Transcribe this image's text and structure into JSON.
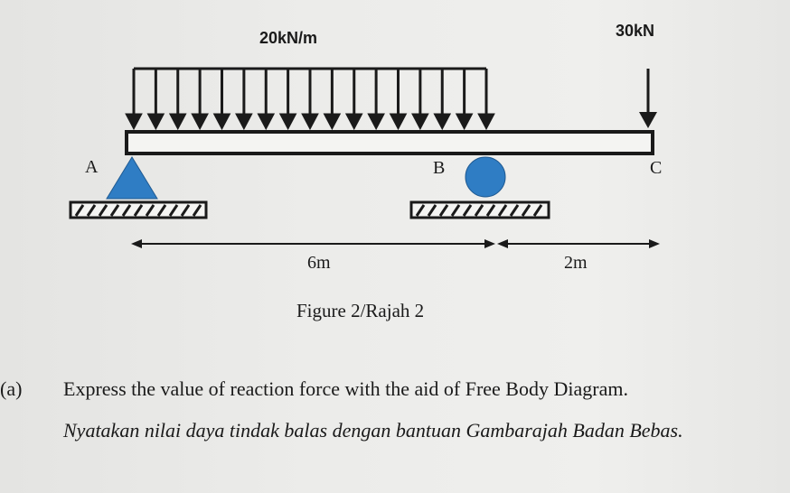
{
  "diagram": {
    "udl_label": "20kN/m",
    "point_load_label": "30kN",
    "support_a_label": "A",
    "support_b_label": "B",
    "point_c_label": "C",
    "span_ab_label": "6m",
    "span_bc_label": "2m",
    "caption": "Figure 2/Rajah 2",
    "colors": {
      "support": "#2f7dc4",
      "beam": "#1a1a1a"
    }
  },
  "question": {
    "number": "(a)",
    "english": "Express the value of reaction force with the aid of Free Body Diagram.",
    "malay": "Nyatakan nilai daya tindak balas  dengan bantuan Gambarajah Badan Bebas."
  }
}
